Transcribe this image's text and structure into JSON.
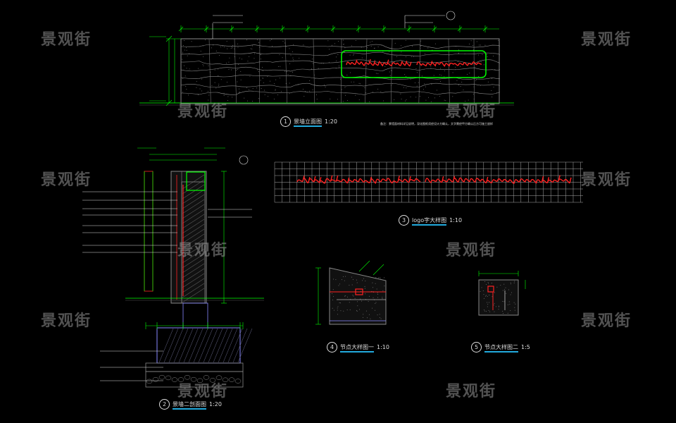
{
  "watermark": "景观街",
  "views": [
    {
      "num": "1",
      "title": "景墙立面图",
      "scale": "1:20"
    },
    {
      "num": "2",
      "title": "景墙二剖面图",
      "scale": "1:20"
    },
    {
      "num": "3",
      "title": "logo字大样图",
      "scale": "1:10"
    },
    {
      "num": "4",
      "title": "节点大样图一",
      "scale": "1:10"
    },
    {
      "num": "5",
      "title": "节点大样图二",
      "scale": "1:5"
    }
  ],
  "elevation_note": "备注：景墙面材料详见说明，深化图纸须经设计方确认，文字需经甲方确认后方可施工放样"
}
